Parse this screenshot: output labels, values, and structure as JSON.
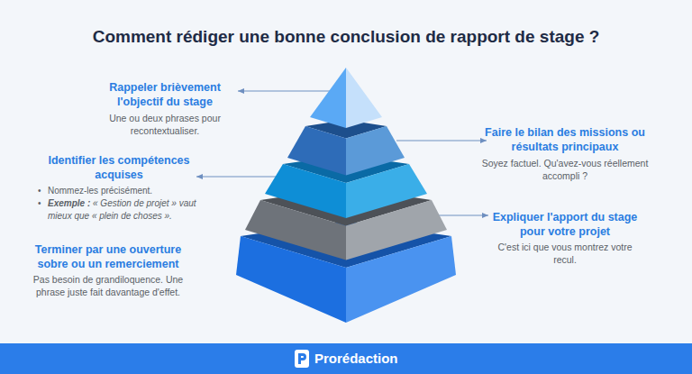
{
  "diagram": {
    "title": "Comment rédiger une bonne conclusion de rapport de stage ?",
    "nodes": [
      {
        "text": [
          "Prorédaction"
        ]
      }
    ],
    "labels": [
      "Rappeler brièvement l'objectif du stage",
      "Une ou deux phrases pour recontextualiser.",
      "Faire le bilan des missions ou résultats principaux",
      "Soyez factuel. Qu'avez-vous réellement accompli ?",
      "Identifier les compétences acquises",
      "Nommez-les précisément.",
      "Exemple :",
      "« Gestion de projet » vaut mieux que « plein de choses ».",
      "Expliquer l'apport du stage pour votre projet",
      "C'est ici que vous montrez votre recul.",
      "Terminer par une ouverture sobre ou un remerciement",
      "Pas besoin de grandiloquence. Une phrase juste fait davantage d'effet."
    ]
  }
}
